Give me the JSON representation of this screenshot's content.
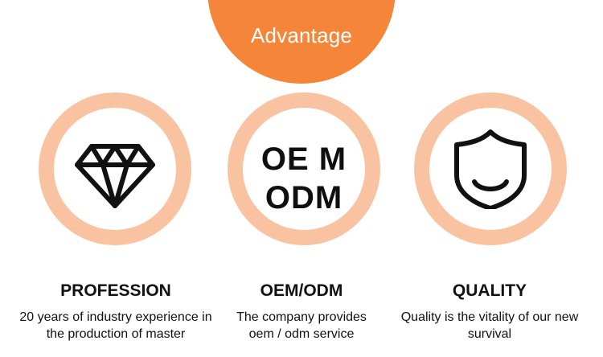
{
  "header": {
    "label": "Advantage",
    "badge_color": "#f58538",
    "ring_color": "#f9c3a1"
  },
  "features": [
    {
      "icon": "diamond-icon",
      "title": "PROFESSION",
      "desc_line1": "20 years of industry experience in",
      "desc_line2": "the production of master"
    },
    {
      "icon_text_line1": "OE M",
      "icon_text_line2": "ODM",
      "title": "OEM/ODM",
      "desc_line1": "The company provides",
      "desc_line2": "oem / odm service"
    },
    {
      "icon": "shield-icon",
      "title": "QUALITY",
      "desc_line1": "Quality is the vitality of our new",
      "desc_line2": "survival"
    }
  ]
}
